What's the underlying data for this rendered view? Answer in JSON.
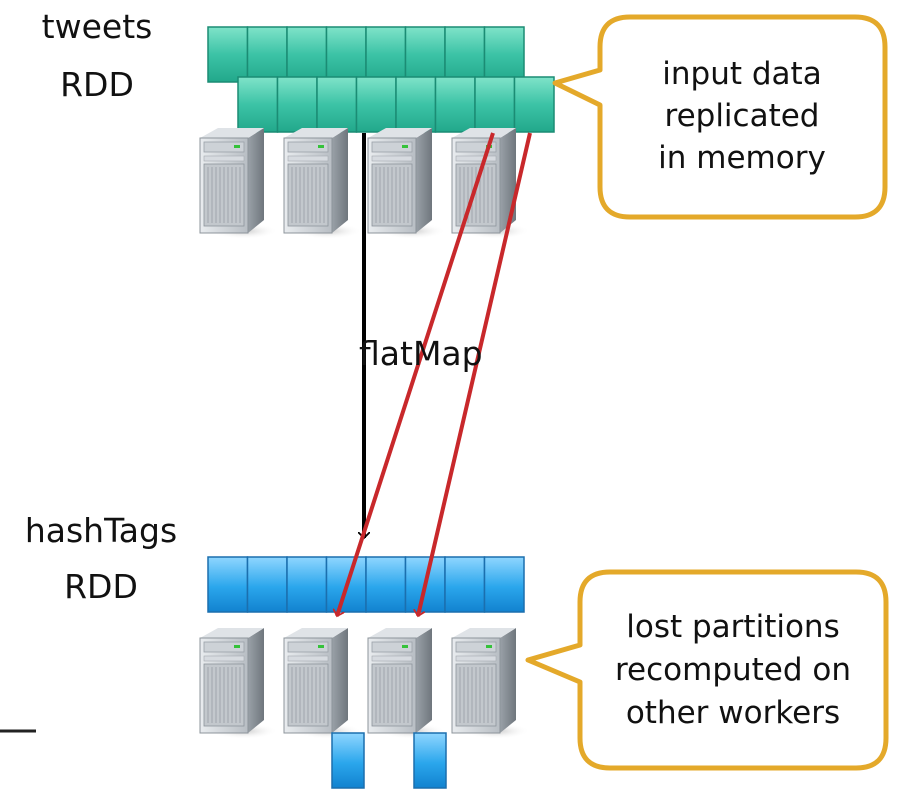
{
  "labels": {
    "tweets_line1": "tweets",
    "tweets_line2": "RDD",
    "hashtags_line1": "hashTags",
    "hashtags_line2": "RDD",
    "op": "flatMap"
  },
  "callouts": {
    "top": [
      "input data",
      "replicated",
      "in memory"
    ],
    "bottom": [
      "lost partitions",
      "recomputed on",
      "other workers"
    ]
  },
  "colors": {
    "tweets_partition": "#3cc3a6",
    "hashtags_partition": "#2aa6ec",
    "callout_border": "#e4a92a",
    "recompute_arrow": "#c8282b",
    "lineage_arrow": "#000000"
  },
  "icons": [
    "server-icon"
  ]
}
